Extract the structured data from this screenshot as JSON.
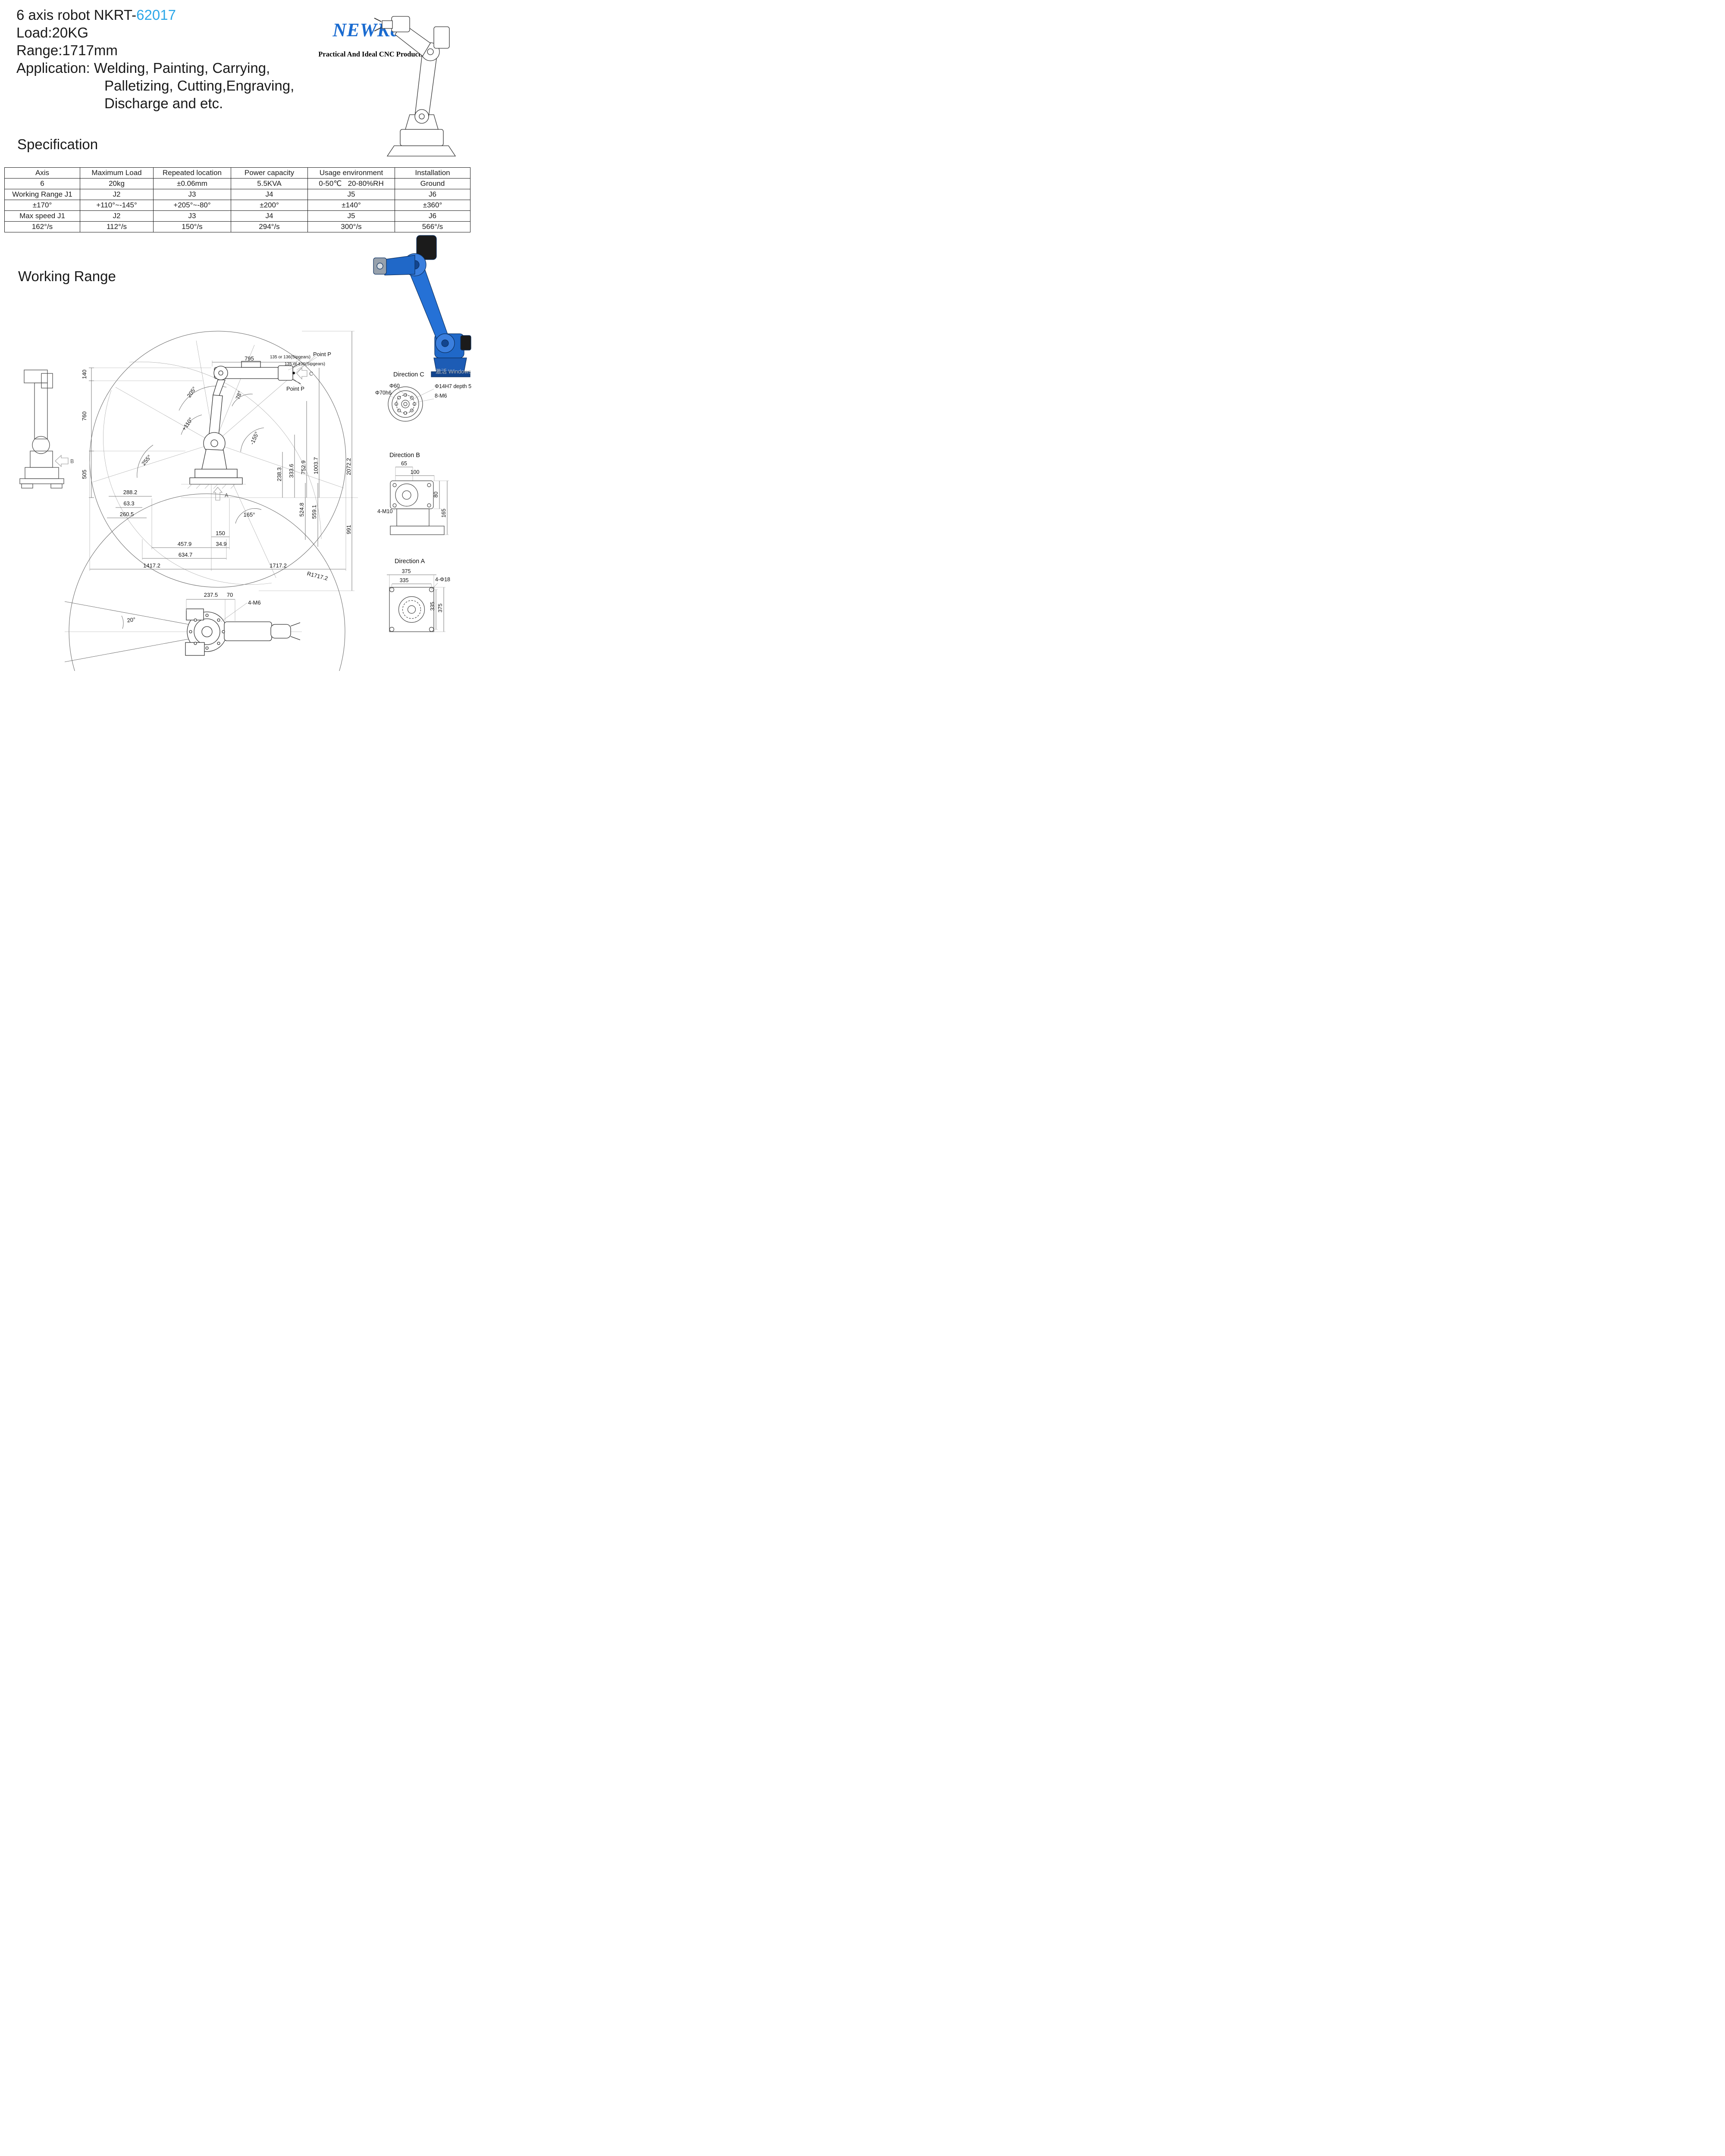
{
  "header": {
    "title_prefix": "6 axis robot NKRT-",
    "title_model": "62017",
    "model_color": "#2BA7E8",
    "line_load": "Load:20KG",
    "line_range": "Range:1717mm",
    "app_line1": "Application: Welding, Painting, Carrying,",
    "app_line2": "Palletizing, Cutting,Engraving,",
    "app_line3": "Discharge and etc.",
    "brand": "NEWKer",
    "brand_color": "#1A6BD0",
    "tagline": "Practical And Ideal CNC Products"
  },
  "spec": {
    "heading": "Specification",
    "rows": [
      [
        "Axis",
        "Maximum Load",
        "Repeated location",
        "Power capacity",
        "Usage environment",
        "Installation"
      ],
      [
        "6",
        "20kg",
        "±0.06mm",
        "5.5KVA",
        "0-50℃   20-80%RH",
        "Ground"
      ],
      [
        "Working Range J1",
        "J2",
        "J3",
        "J4",
        "J5",
        "J6"
      ],
      [
        "±170°",
        "+110°~-145°",
        "+205°~-80°",
        "±200°",
        "±140°",
        "±360°"
      ],
      [
        "Max speed J1",
        "J2",
        "J3",
        "J4",
        "J5",
        "J6"
      ],
      [
        "162°/s",
        "112°/s",
        "150°/s",
        "294°/s",
        "300°/s",
        "566°/s"
      ]
    ]
  },
  "working": {
    "heading": "Working Range",
    "labels": {
      "dim795": "795",
      "sipgears1": "135 or 136(Sipgears)",
      "sipgears2": "135 or 136(Sipgears)",
      "pointP1": "Point P",
      "pointP2": "Point P",
      "dim140": "140",
      "dim760": "760",
      "dim505": "505",
      "ang205": "205°",
      "ang78": "78°",
      "ang110": "+110°",
      "ang155": "-155°",
      "ang255": "255°",
      "dim288_2": "288.2",
      "dim63_3": "63.3",
      "dim260_5": "260.5",
      "dim238_3": "238.3",
      "dim333_6": "333.6",
      "dim752_9": "752.9",
      "dim1003_7": "1003.7",
      "dim2072_2": "2072.2",
      "dim524_8": "524.8",
      "dim559_1": "559.1",
      "dim991": "991",
      "ang165": "165°",
      "dim150": "150",
      "dim457_9": "457.9",
      "dim34_9": "34.9",
      "dim634_7": "634.7",
      "dim1417_2": "1417.2",
      "dim1717_2": "1717.2",
      "r1717": "R1717.2",
      "dim237_5": "237.5",
      "dim70": "70",
      "m6": "4-M6",
      "ang20": "20°",
      "marker_a": "A",
      "marker_b": "B",
      "marker_c": "C"
    },
    "dir_c": {
      "title": "Direction C",
      "label_d60": "Φ60",
      "label_d14": "Φ14H7 depth 5",
      "label_d70": "Φ70h6",
      "label_m6": "8-M6"
    },
    "dir_b": {
      "title": "Direction B",
      "dim65": "65",
      "dim100": "100",
      "label_m10": "4-M10",
      "dim80": "80",
      "dim165": "165"
    },
    "dir_a": {
      "title": "Direction A",
      "dim375_top": "375",
      "dim335_top": "335",
      "label_bolts": "4-Φ18",
      "dim335_side": "335",
      "dim375_side": "375"
    },
    "watermark": "激活 Windows"
  }
}
